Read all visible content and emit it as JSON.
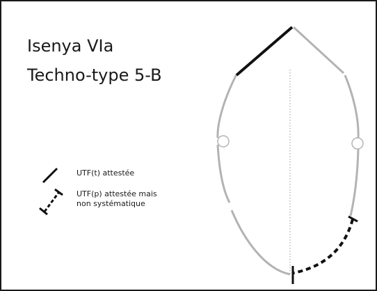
{
  "title": {
    "line1": "Isenya VIa",
    "line2": "Techno-type 5-B"
  },
  "legend": {
    "solid_label": "UTF(t) attestée",
    "dashed_label_line1": "UTF(p) attestée mais",
    "dashed_label_line2": "non systématique"
  },
  "colors": {
    "outline": "#b3b3b3",
    "highlight": "#111111",
    "axis": "#9a9a9a",
    "border": "#1a1a1a"
  }
}
